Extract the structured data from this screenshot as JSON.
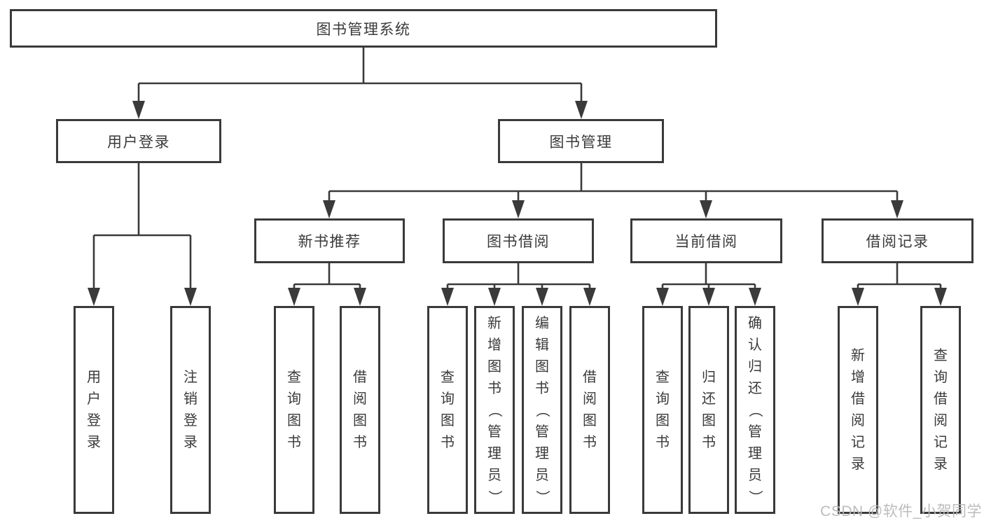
{
  "colors": {
    "line": "#3a3a3a",
    "box_border": "#3a3a3a",
    "box_fill": "#ffffff",
    "text": "#3a3a3a",
    "watermark": "#b9b9b9"
  },
  "watermark": "CSDN @软件_小贺同学",
  "tree": {
    "root": {
      "label": "图书管理系统"
    },
    "branches": [
      {
        "label": "用户登录",
        "children": [
          {
            "label": "用户登录"
          },
          {
            "label": "注销登录"
          }
        ]
      },
      {
        "label": "图书管理",
        "groups": [
          {
            "label": "新书推荐",
            "children": [
              {
                "label": "查询图书"
              },
              {
                "label": "借阅图书"
              }
            ]
          },
          {
            "label": "图书借阅",
            "children": [
              {
                "label": "查询图书"
              },
              {
                "label": "新增图书（管理员）"
              },
              {
                "label": "编辑图书（管理员）"
              },
              {
                "label": "借阅图书"
              }
            ]
          },
          {
            "label": "当前借阅",
            "children": [
              {
                "label": "查询图书"
              },
              {
                "label": "归还图书"
              },
              {
                "label": "确认归还（管理员）"
              }
            ]
          },
          {
            "label": "借阅记录",
            "children": [
              {
                "label": "新增借阅记录"
              },
              {
                "label": "查询借阅记录"
              }
            ]
          }
        ]
      }
    ]
  }
}
